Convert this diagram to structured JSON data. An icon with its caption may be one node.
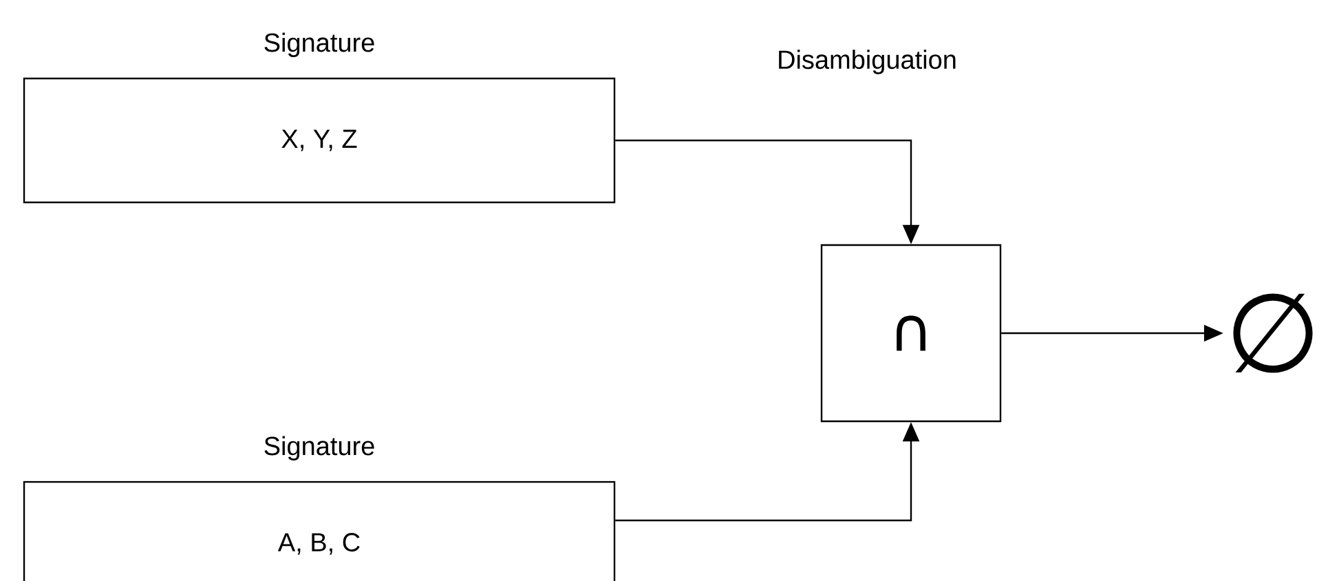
{
  "diagram": {
    "nodes": [
      {
        "text": [
          "Signature",
          "X, Y, Z"
        ]
      },
      {
        "text": [
          "∩"
        ]
      },
      {
        "text": [
          "∅"
        ]
      },
      {
        "text": [
          "Signature",
          "A, B, C"
        ]
      }
    ],
    "edges": [
      {
        "from": 0,
        "to": 1,
        "arrow": "to"
      },
      {
        "from": 3,
        "to": 1,
        "arrow": "to"
      },
      {
        "from": 1,
        "to": 2,
        "arrow": "to"
      }
    ],
    "labels": [
      "Disambiguation"
    ]
  }
}
